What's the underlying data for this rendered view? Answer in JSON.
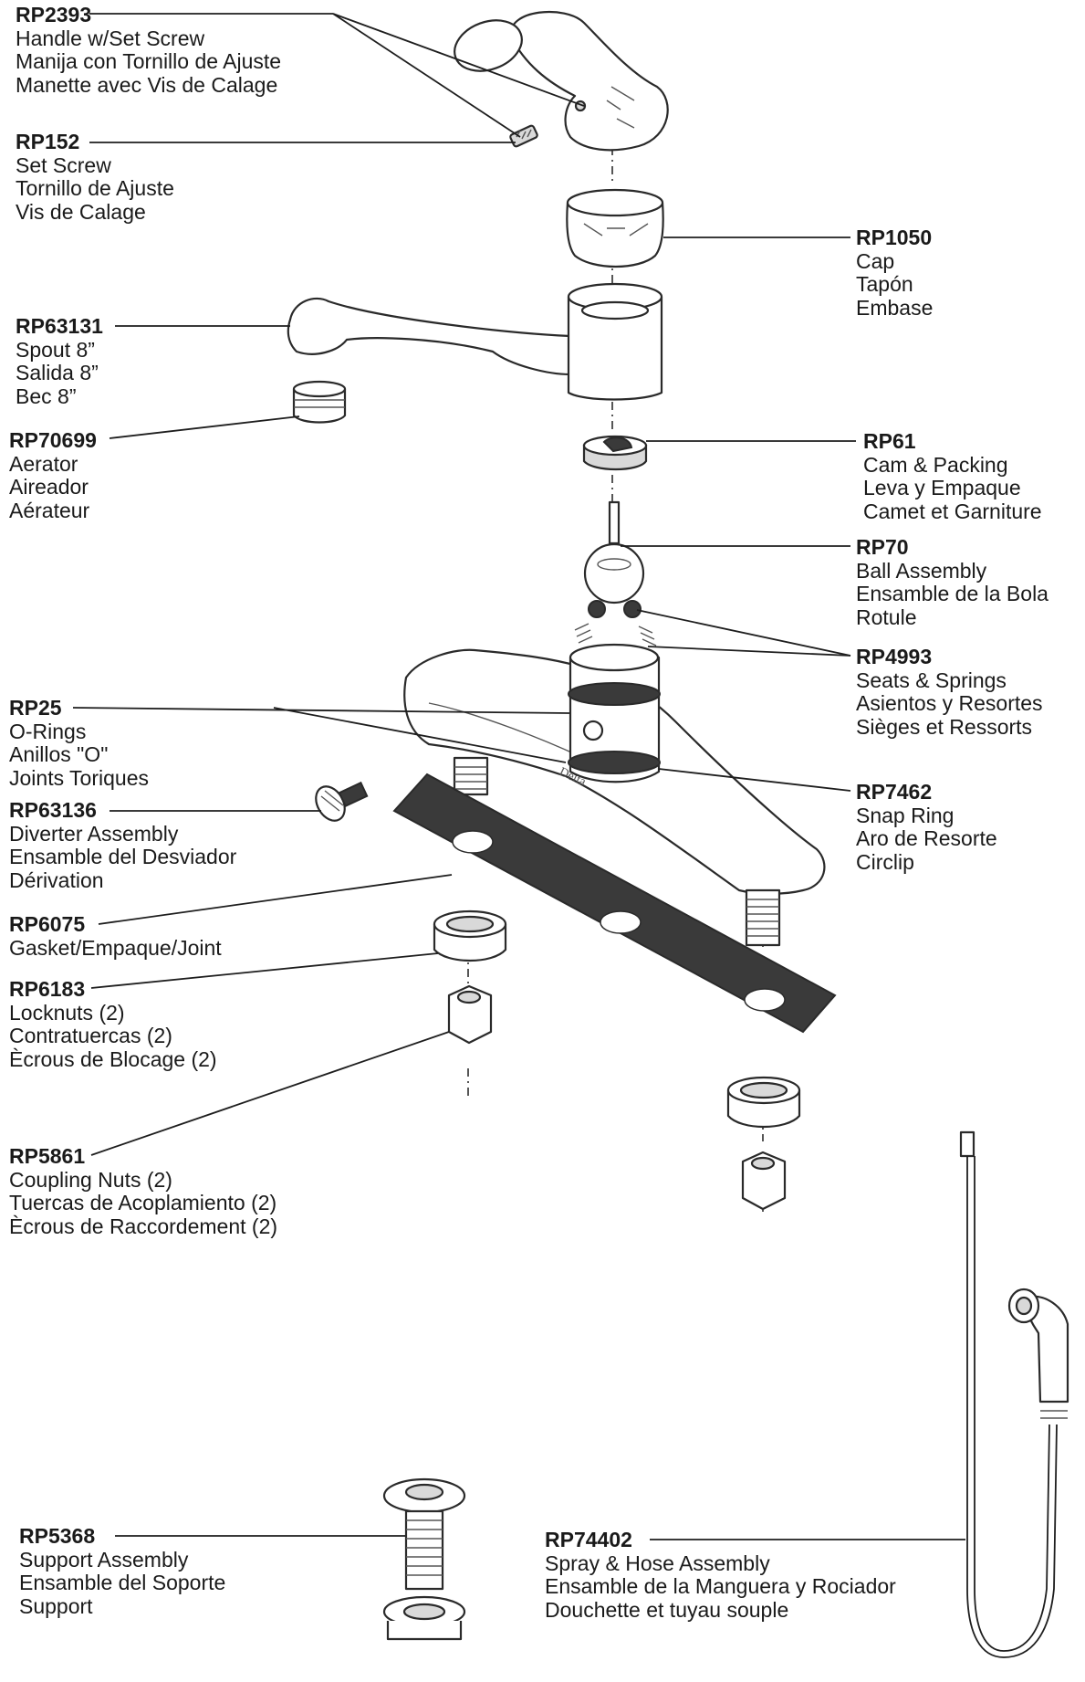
{
  "parts": [
    {
      "id": "rp2393",
      "code": "RP2393",
      "lines": [
        "Handle w/Set Screw",
        "Manija con Tornillo de Ajuste",
        "Manette avec Vis de Calage"
      ]
    },
    {
      "id": "rp152",
      "code": "RP152",
      "lines": [
        "Set Screw",
        "Tornillo de Ajuste",
        "Vis de Calage"
      ]
    },
    {
      "id": "rp1050",
      "code": "RP1050",
      "lines": [
        "Cap",
        "Tapón",
        "Embase"
      ]
    },
    {
      "id": "rp63131",
      "code": "RP63131",
      "lines": [
        "Spout 8”",
        "Salida 8”",
        "Bec 8”"
      ]
    },
    {
      "id": "rp70699",
      "code": "RP70699",
      "lines": [
        "Aerator",
        "Aireador",
        "Aérateur"
      ]
    },
    {
      "id": "rp61",
      "code": "RP61",
      "lines": [
        "Cam & Packing",
        "Leva y Empaque",
        "Camet et Garniture"
      ]
    },
    {
      "id": "rp70",
      "code": "RP70",
      "lines": [
        "Ball Assembly",
        "Ensamble de la Bola",
        "Rotule"
      ]
    },
    {
      "id": "rp4993",
      "code": "RP4993",
      "lines": [
        "Seats & Springs",
        "Asientos y Resortes",
        "Sièges et Ressorts"
      ]
    },
    {
      "id": "rp25",
      "code": "RP25",
      "lines": [
        "O-Rings",
        "Anillos \"O\"",
        "Joints Toriques"
      ]
    },
    {
      "id": "rp7462",
      "code": "RP7462",
      "lines": [
        "Snap Ring",
        "Aro de Resorte",
        "Circlip"
      ]
    },
    {
      "id": "rp63136",
      "code": "RP63136",
      "lines": [
        "Diverter Assembly",
        "Ensamble del Desviador",
        "Dérivation"
      ]
    },
    {
      "id": "rp6075",
      "code": "RP6075",
      "lines": [
        "Gasket/Empaque/Joint"
      ]
    },
    {
      "id": "rp6183",
      "code": "RP6183",
      "lines": [
        "Locknuts (2)",
        "Contratuercas (2)",
        "Ècrous de Blocage (2)"
      ]
    },
    {
      "id": "rp5861",
      "code": "RP5861",
      "lines": [
        "Coupling Nuts (2)",
        "Tuercas de Acoplamiento (2)",
        "Ècrous de Raccordement (2)"
      ]
    },
    {
      "id": "rp5368",
      "code": "RP5368",
      "lines": [
        "Support Assembly",
        "Ensamble del Soporte",
        "Support"
      ]
    },
    {
      "id": "rp74402",
      "code": "RP74402",
      "lines": [
        "Spray & Hose Assembly",
        "Ensamble de la Manguera y Rociador",
        "Douchette et tuyau souple"
      ]
    }
  ],
  "brand_mark": "Delta",
  "colors": {
    "ink": "#1a1a1a",
    "gasket": "#3a3a3a",
    "metal_shade": "#d9d9d9"
  }
}
